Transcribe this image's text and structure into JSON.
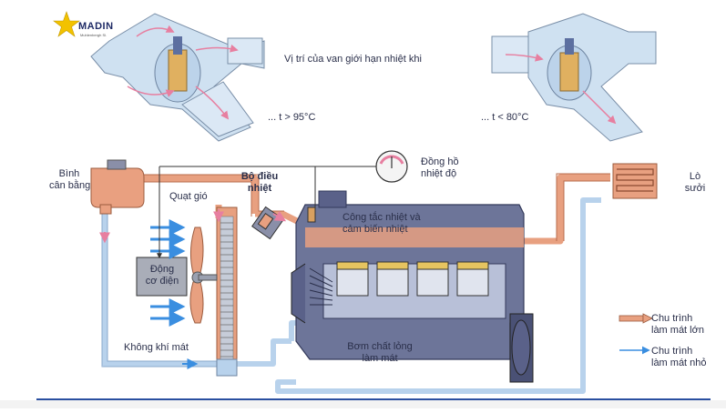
{
  "logo": {
    "text": "MADIN",
    "subtext": "Muhlenbergh Sl."
  },
  "top": {
    "title": "Vị trí của van giới hạn nhiệt khi",
    "hot_condition": "... t > 95°C",
    "cold_condition": "... t < 80°C"
  },
  "labels": {
    "expansion_tank": [
      "Bình",
      "cân bằng"
    ],
    "fan": "Quạt gió",
    "thermostat": [
      "Bộ điều",
      "nhiệt"
    ],
    "gauge": [
      "Đồng hồ",
      "nhiệt độ"
    ],
    "heater": [
      "Lò",
      "sưởi"
    ],
    "temp_switch": [
      "Công tắc nhiệt và",
      "cảm biến nhiệt"
    ],
    "electric_motor": [
      "Động",
      "cơ điện"
    ],
    "cool_air": "Không khí mát",
    "pump": [
      "Bơm chất lỏng",
      "làm mát"
    ]
  },
  "legend": {
    "large_cycle": [
      "Chu trình",
      "làm mát lớn"
    ],
    "small_cycle": [
      "Chu trình",
      "làm mát nhỏ"
    ]
  },
  "colors": {
    "hot_pipe": "#e8a080",
    "cool_pipe": "#b8d2ec",
    "engine": "#6d7599",
    "engine_dark": "#4a5175",
    "sky": "#d8e8f5",
    "arrow_blue": "#3a8ee0",
    "arrow_pink": "#e77fa0",
    "tank": "#e9a080"
  }
}
